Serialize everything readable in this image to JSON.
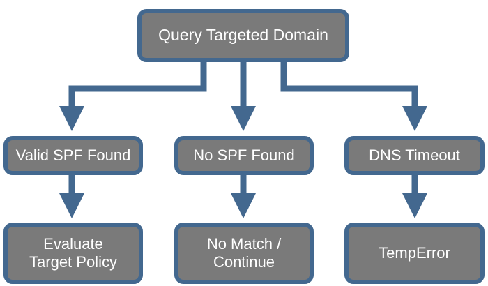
{
  "diagram": {
    "root": {
      "label": "Query Targeted Domain"
    },
    "branches": [
      {
        "result": "Valid SPF Found",
        "action": "Evaluate\nTarget Policy"
      },
      {
        "result": "No SPF Found",
        "action": "No Match /\nContinue"
      },
      {
        "result": "DNS Timeout",
        "action": "TempError"
      }
    ]
  },
  "colors": {
    "node_fill": "#7a7a7a",
    "node_border": "#43688f",
    "connector": "#43688f",
    "text": "#ffffff"
  }
}
